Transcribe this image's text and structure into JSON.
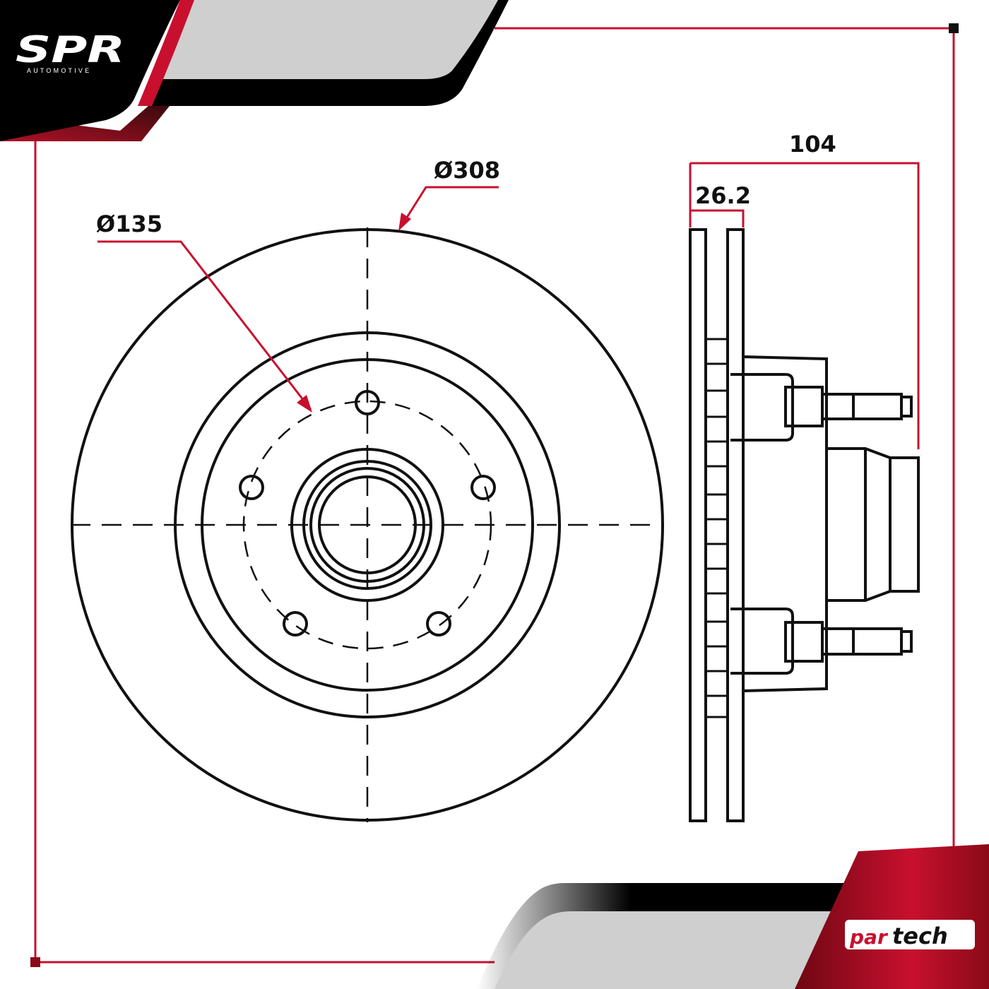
{
  "brand": {
    "logo_main": "SPR",
    "logo_sub": "AUTOMOTIVE",
    "partner_logo_prefix": "par",
    "partner_logo_suffix": "tech"
  },
  "dimensions": {
    "outer_diameter": "Ø308",
    "bolt_circle_diameter": "Ø135",
    "rotor_thickness": "26.2",
    "total_height": "104"
  },
  "colors": {
    "accent_red": "#c8102e",
    "line_black": "#111111",
    "banner_gray": "#cfcfcf"
  }
}
